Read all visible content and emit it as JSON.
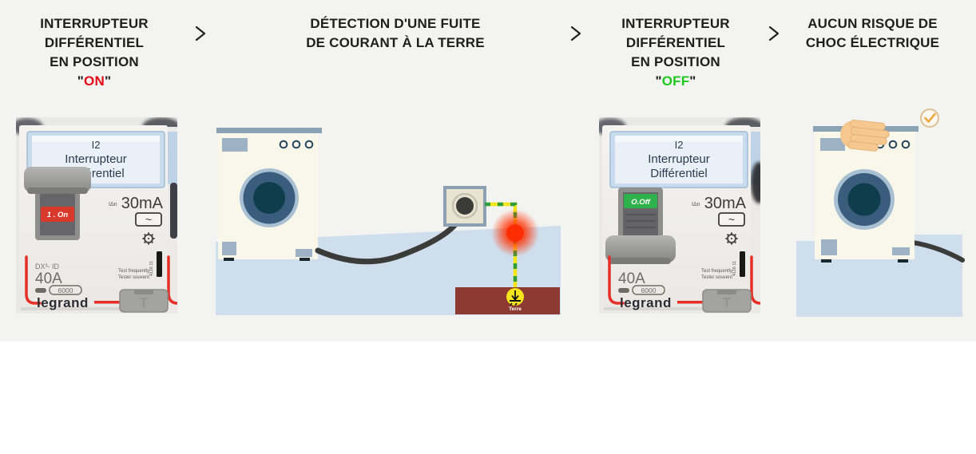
{
  "steps": [
    {
      "lines": [
        "INTERRUPTEUR",
        "DIFFÉRENTIEL",
        "EN POSITION"
      ],
      "state": {
        "open_quote": "\"",
        "label": "ON",
        "close_quote": "\""
      }
    },
    {
      "lines": [
        "DÉTECTION D'UNE FUITE",
        "DE COURANT À LA TERRE"
      ]
    },
    {
      "lines": [
        "INTERRUPTEUR",
        "DIFFÉRENTIEL",
        "EN POSITION"
      ],
      "state": {
        "open_quote": "\"",
        "label": "OFF",
        "close_quote": "\""
      }
    },
    {
      "lines": [
        "AUCUN RISQUE DE",
        "CHOC ÉLECTRIQUE"
      ]
    }
  ],
  "colors": {
    "background": "#f3f3f1",
    "on_red": "#e30613",
    "off_green": "#1dc81d",
    "legrand_red": "#e63027",
    "floor_blue": "#cfdeec",
    "soil_brown": "#8c3a32",
    "dash_yellow": "#f2e51e",
    "dash_green": "#2f9e3a"
  },
  "breaker": {
    "window_line1": "I2",
    "window_line2": "Interrupteur",
    "window_line3": "Différentiel",
    "idn": "IΔn",
    "rating": "30mA",
    "ac_symbol": "~",
    "on_label": "1 . On",
    "off_label": "O.Off",
    "model": "DX³- ID",
    "amps": "40A",
    "breaking_capacity": "6000",
    "brand": "legrand",
    "test_en": "Test frequently",
    "test_fr": "Tester souvent",
    "ref": "4116 11",
    "test_button": "T"
  },
  "scene": {
    "earth_label": "Terre"
  }
}
